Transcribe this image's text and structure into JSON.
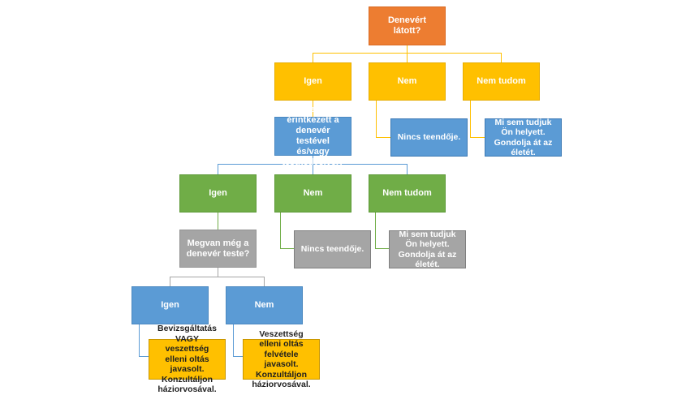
{
  "colors": {
    "orange": "#ed7d31",
    "yellow": "#ffc000",
    "blue": "#5b9bd5",
    "green": "#70ad47",
    "gray": "#a5a5a5",
    "connector_yellow": "#ffc000",
    "connector_blue": "#5b9bd5",
    "connector_green": "#70ad47",
    "connector_gray": "#a5a5a5"
  },
  "nodes": {
    "root": "Denevért látott?",
    "l1_igen": "Igen",
    "l1_nem": "Nem",
    "l1_nemtudom": "Nem tudom",
    "l1_nem_result": "Nincs teendője.",
    "l1_nemtudom_result": "Mi sem tudjuk Ön helyett. Gondolja át az életét.",
    "q_contact": "Teste érintkezett a denevér testével és/vagy testnedveivel?",
    "l2_igen": "Igen",
    "l2_nem": "Nem",
    "l2_nemtudom": "Nem tudom",
    "l2_nem_result": "Nincs teendője.",
    "l2_nemtudom_result": "Mi sem tudjuk Ön helyett. Gondolja át az életét.",
    "q_body": "Megvan még a denevér teste?",
    "l3_igen": "Igen",
    "l3_nem": "Nem",
    "l3_igen_result": "Bevizsgáltatás VAGY veszettség elleni oltás javasolt. Konzultáljon háziorvosával.",
    "l3_nem_result": "Veszettség elleni oltás felvétele javasolt. Konzultáljon háziorvosával."
  }
}
